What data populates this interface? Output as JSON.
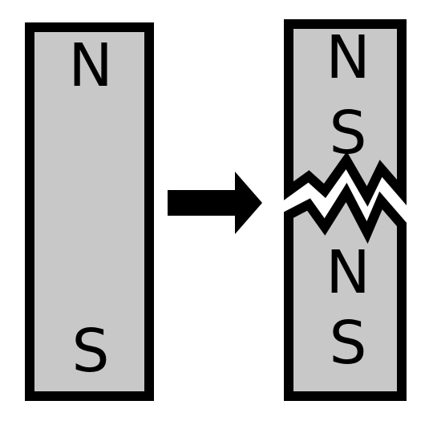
{
  "left_magnet": {
    "north_label": "N",
    "south_label": "S"
  },
  "right_magnet": {
    "upper_piece": {
      "north_label": "N",
      "south_label": "S"
    },
    "lower_piece": {
      "north_label": "N",
      "south_label": "S"
    }
  },
  "colors": {
    "magnet_fill": "#c8c8c8",
    "outline": "#000000",
    "background": "#ffffff"
  }
}
